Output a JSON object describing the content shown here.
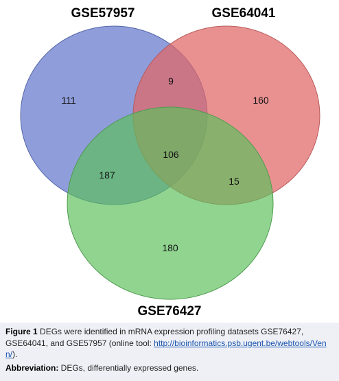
{
  "diagram": {
    "type": "venn3",
    "sets": [
      {
        "name": "GSE57957",
        "color": "#7b8ed4"
      },
      {
        "name": "GSE64041",
        "color": "#e47a7b"
      },
      {
        "name": "GSE76427",
        "color": "#72cc72"
      }
    ],
    "regions": {
      "only_GSE57957": "111",
      "only_GSE64041": "160",
      "only_GSE76427": "180",
      "GSE57957_GSE64041": "9",
      "GSE57957_GSE76427": "187",
      "GSE64041_GSE76427": "15",
      "all_three": "106"
    }
  },
  "caption": {
    "figure_label": "Figure 1",
    "text_before_link": " DEGs were identified in mRNA expression profiling datasets GSE76427, GSE64041, and GSE57957 (online tool: ",
    "link_text": "http://bioinformatics.psb.ugent.be/webtools/Venn/",
    "text_after_link": ").",
    "abbreviation_label": "Abbreviation:",
    "abbreviation_text": " DEGs, differentially expressed genes."
  }
}
